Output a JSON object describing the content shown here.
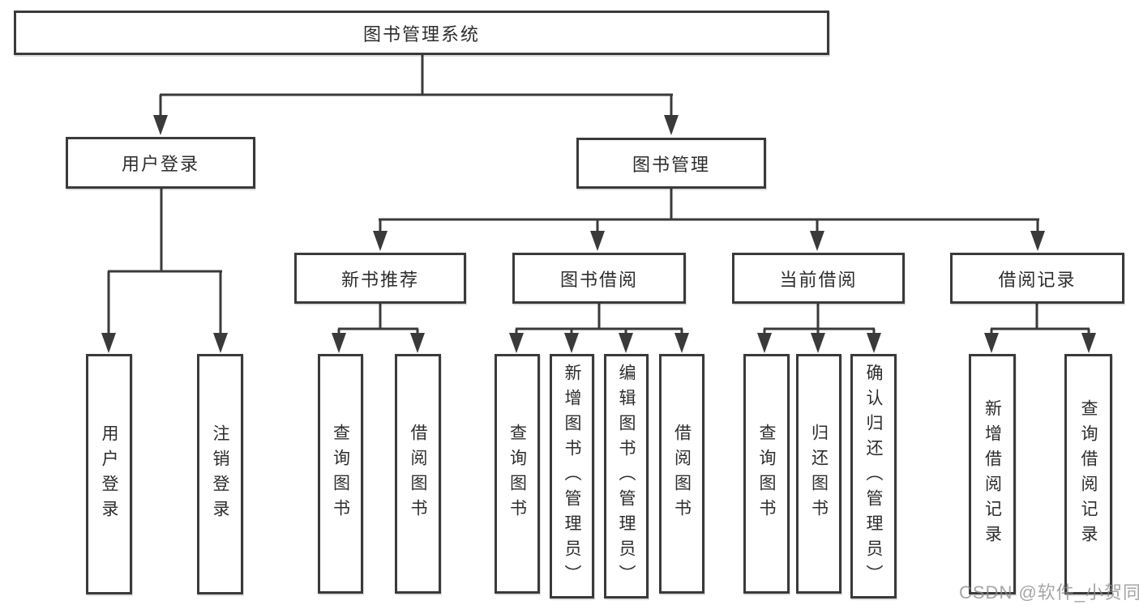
{
  "tree": {
    "label": "图书管理系统",
    "children": [
      {
        "label": "用户登录",
        "children": [
          {
            "label": "用户登录"
          },
          {
            "label": "注销登录"
          }
        ]
      },
      {
        "label": "图书管理",
        "children": [
          {
            "label": "新书推荐",
            "children": [
              {
                "label": "查询图书"
              },
              {
                "label": "借阅图书"
              }
            ]
          },
          {
            "label": "图书借阅",
            "children": [
              {
                "label": "查询图书"
              },
              {
                "label": "新增图书（管理员）"
              },
              {
                "label": "编辑图书（管理员）"
              },
              {
                "label": "借阅图书"
              }
            ]
          },
          {
            "label": "当前借阅",
            "children": [
              {
                "label": "查询图书"
              },
              {
                "label": "归还图书"
              },
              {
                "label": "确认归还（管理员）"
              }
            ]
          },
          {
            "label": "借阅记录",
            "children": [
              {
                "label": "新增借阅记录"
              },
              {
                "label": "查询借阅记录"
              }
            ]
          }
        ]
      }
    ]
  },
  "watermark": "CSDN @软件_小贺同学",
  "colors": {
    "line": "#3a3a3a",
    "box_border": "#3a3a3a",
    "text": "#2d2d2d",
    "watermark": "#8c8c8c",
    "background": "#ffffff"
  }
}
